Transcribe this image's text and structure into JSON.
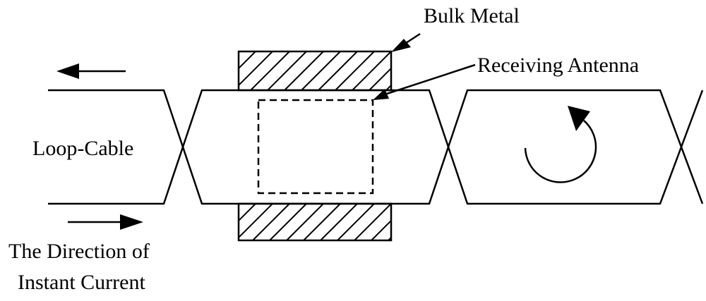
{
  "labels": {
    "bulk_metal": "Bulk Metal",
    "receiving_antenna": "Receiving Antenna",
    "loop_cable": "Loop-Cable",
    "direction_line1": "The Direction of",
    "direction_line2": "Instant Current"
  },
  "colors": {
    "stroke": "#000000",
    "background": "#ffffff"
  },
  "icons": [
    "arrow-left-icon",
    "arrow-right-icon",
    "circular-arrow-icon"
  ]
}
